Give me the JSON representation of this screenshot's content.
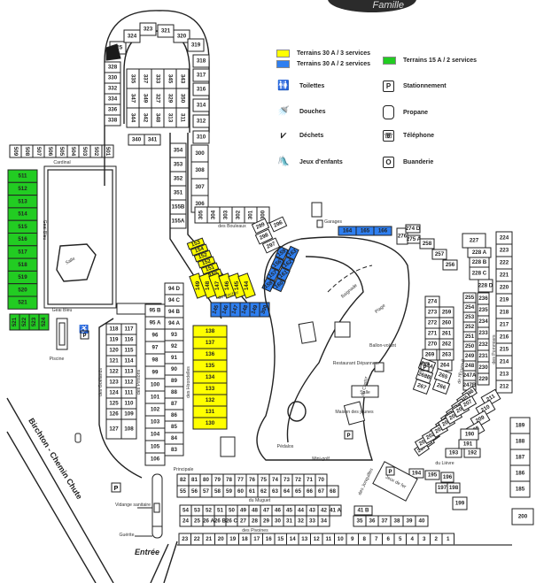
{
  "logo": {
    "text": "Famille"
  },
  "legend": {
    "yellow": {
      "label": "Terrains 30 A / 3 services",
      "color": "#ffff00"
    },
    "blue": {
      "label": "Terrains 30 A / 2 services",
      "color": "#2f7ff0"
    },
    "green": {
      "label": "Terrains 15 A / 2 services",
      "color": "#22cc22"
    },
    "toilets": {
      "label": "Toilettes",
      "icon": "toilets-icon"
    },
    "showers": {
      "label": "Douches",
      "icon": "shower-icon"
    },
    "waste": {
      "label": "Déchets",
      "icon": "waste-icon"
    },
    "playground": {
      "label": "Jeux d'enfants",
      "icon": "playground-icon"
    },
    "parking": {
      "label": "Stationnement",
      "icon": "parking-icon",
      "glyph": "P"
    },
    "propane": {
      "label": "Propane",
      "icon": "propane-icon"
    },
    "phone": {
      "label": "Téléphone",
      "icon": "phone-icon",
      "glyph": "☏"
    },
    "laundry": {
      "label": "Buanderie",
      "icon": "laundry-icon",
      "glyph": "O"
    }
  },
  "streets": {
    "cardinal": "Cardinal",
    "geai_bleu_v": "Geai Bleu",
    "geai_bleu_h": "Geai Bleu",
    "bouleaux": "des Bouleaux",
    "rocher": "du Rocher",
    "goelands": "des Goélands",
    "pinsons": "des Pinsons",
    "hirondelles": "des Hirondelles",
    "principale": "Principale",
    "muguet": "du Muguet",
    "pivoines": "des Pivoines",
    "castor": "du Castor",
    "ecureuil": "de l'Écureuil",
    "pommiers": "des Pommiers",
    "lievre": "du Lièvre",
    "jonquilles": "des Jonquilles",
    "highway": "Birchton - Chemin Chute"
  },
  "places": {
    "salle_west": "Salle",
    "piscine": "Piscine",
    "baignade": "Baignade",
    "plage": "Plage",
    "ballon": "Ballon-volant",
    "restaurant": "Restaurant Dépanneur",
    "salle": "Salle",
    "maison": "Maison des jeunes",
    "minigolf": "Mini-golf",
    "pedalos": "Pédalos",
    "garages": "Garages",
    "jeux_fer": "Jeux de fer",
    "vidange": "Vidange sanitaire",
    "guerite": "Guérite",
    "entree": "Entrée"
  },
  "lots": {
    "row500": [
      "509",
      "508",
      "507",
      "506",
      "505",
      "504",
      "503",
      "502",
      "501"
    ],
    "green_col": [
      "511",
      "512",
      "513",
      "514",
      "515",
      "516",
      "517",
      "518",
      "519",
      "520",
      "521"
    ],
    "green_row": [
      "521",
      "522",
      "523",
      "524"
    ],
    "loop_outer_left": [
      "328",
      "330",
      "332",
      "334",
      "336",
      "338"
    ],
    "loop_top": [
      "325",
      "324",
      "323",
      "321",
      "320",
      "319",
      "318",
      "317",
      "316",
      "314",
      "312",
      "310"
    ],
    "loop_inner": [
      "335",
      "337",
      "333",
      "345",
      "343",
      "347",
      "349",
      "327",
      "329",
      "350",
      "344",
      "342",
      "348",
      "313",
      "311"
    ],
    "row340": [
      "340",
      "341"
    ],
    "col300": [
      "300",
      "308",
      "307",
      "306"
    ],
    "col350": [
      "354",
      "353",
      "352",
      "351",
      "155B",
      "155A"
    ],
    "bouleaux": [
      "305",
      "304",
      "303",
      "302",
      "301",
      "300"
    ],
    "pair": [
      "299",
      "298",
      "297",
      "296"
    ],
    "yellow_diag": [
      "153",
      "154",
      "152",
      "152",
      "151",
      "150"
    ],
    "yellow_row": [
      "149",
      "148",
      "147",
      "146",
      "145",
      "144"
    ],
    "blue_rocher": [
      "145",
      "146",
      "147",
      "148",
      "149",
      "300"
    ],
    "blue_diag": [
      "158",
      "157",
      "156",
      "159",
      "160",
      "161",
      "162",
      "163"
    ],
    "blue_top": [
      "164",
      "165",
      "166"
    ],
    "east_top": [
      "276",
      "274 D",
      "275 A",
      "258",
      "257",
      "256",
      "227",
      "228 A",
      "228 B",
      "228 C",
      "228 D"
    ],
    "col_pommiers": [
      "224",
      "223",
      "222",
      "221",
      "220",
      "219",
      "218",
      "217",
      "216",
      "215",
      "214",
      "213",
      "212",
      "211",
      "210",
      "209",
      "208"
    ],
    "castor_left": [
      "274",
      "273",
      "272",
      "271",
      "270",
      "269",
      "268A",
      "268B",
      "267"
    ],
    "castor_right": [
      "259",
      "260",
      "261",
      "262",
      "263",
      "264",
      "265",
      "266"
    ],
    "ecureuil": [
      "255",
      "254",
      "253",
      "252",
      "251",
      "250",
      "249",
      "248",
      "247A",
      "247B",
      "246",
      "245",
      "244",
      "243",
      "242",
      "241",
      "240",
      "239",
      "238",
      "237",
      "236",
      "235",
      "234",
      "233",
      "232",
      "231",
      "230",
      "229"
    ],
    "south_east": [
      "190",
      "191",
      "192",
      "193",
      "189",
      "188",
      "187",
      "186",
      "185",
      "194",
      "195",
      "196",
      "197",
      "198",
      "199",
      "200",
      "201",
      "202",
      "203",
      "204",
      "205",
      "206",
      "207"
    ],
    "goelands_a": [
      "118",
      "119",
      "120",
      "121",
      "122",
      "123",
      "124",
      "125",
      "126",
      "127"
    ],
    "goelands_b": [
      "117",
      "116",
      "115",
      "114",
      "113",
      "112",
      "111",
      "110",
      "109",
      "108"
    ],
    "pinsons": [
      "95 B",
      "95 A",
      "96",
      "97",
      "98",
      "99",
      "100",
      "101",
      "102",
      "103",
      "104",
      "105",
      "106"
    ],
    "hirondelles": [
      "94 D",
      "94 C",
      "94 B",
      "94 A",
      "93",
      "92",
      "91",
      "90",
      "89",
      "88",
      "87",
      "86",
      "85",
      "84",
      "83"
    ],
    "yellow_col": [
      "138",
      "137",
      "136",
      "135",
      "134",
      "133",
      "132",
      "131",
      "130"
    ],
    "principale": [
      "82",
      "81",
      "80",
      "79",
      "78",
      "77",
      "76",
      "75",
      "74",
      "73",
      "72",
      "71",
      "70"
    ],
    "row55": [
      "55",
      "56",
      "57",
      "58",
      "59",
      "60",
      "61",
      "62",
      "63",
      "64",
      "65",
      "66",
      "67",
      "68"
    ],
    "muguet_top": [
      "54",
      "53",
      "52",
      "51",
      "50",
      "49",
      "48",
      "47",
      "46",
      "45",
      "44",
      "43",
      "42",
      "41 A"
    ],
    "muguet_bot": [
      "24",
      "25",
      "26 A",
      "26 B",
      "26 C",
      "27",
      "28",
      "29",
      "30",
      "31",
      "32",
      "33",
      "34"
    ],
    "row35": [
      "41 B",
      "35",
      "36",
      "37",
      "38",
      "39",
      "40"
    ],
    "pivoines": [
      "23",
      "22",
      "21",
      "20",
      "19",
      "18",
      "17",
      "16",
      "15",
      "14",
      "13",
      "12",
      "11",
      "10",
      "9",
      "8",
      "7",
      "6",
      "5",
      "4",
      "3",
      "2",
      "1"
    ]
  }
}
